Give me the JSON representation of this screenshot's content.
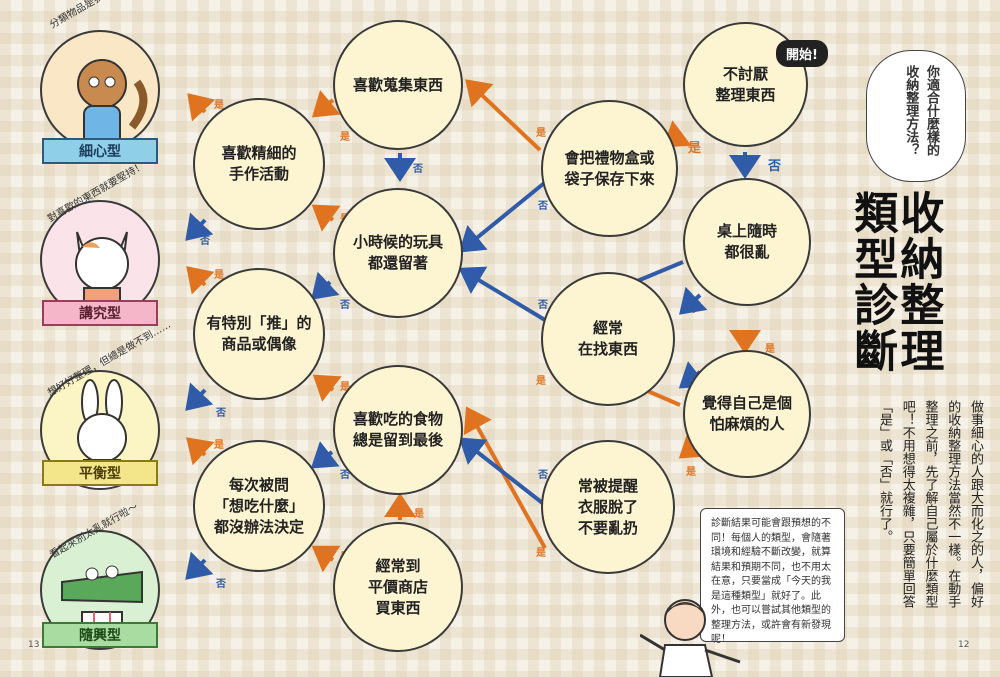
{
  "nodes": {
    "n1": "不討厭\n整理東西",
    "n2": "會把禮物盒或\n袋子保存下來",
    "n3": "喜歡蒐集東西",
    "n4": "桌上隨時\n都很亂",
    "n5": "小時候的玩具\n都還留著",
    "n6": "喜歡精細的\n手作活動",
    "n7": "經常\n在找東西",
    "n8": "有特別「推」的\n商品或偶像",
    "n9": "覺得自己是個\n怕麻煩的人",
    "n10": "喜歡吃的食物\n總是留到最後",
    "n11": "常被提醒\n衣服脫了\n不要亂扔",
    "n12": "每次被問\n「想吃什麼」\n都沒辦法決定",
    "n13": "經常到\n平價商店\n買東西"
  },
  "labels": {
    "yes": "是",
    "no": "否"
  },
  "types": [
    {
      "name": "細心型",
      "caption": "分類物品是我的強項～",
      "color": "#8fd0e8"
    },
    {
      "name": "講究型",
      "caption": "對喜歡的東西就要堅持！",
      "color": "#f4b6c8"
    },
    {
      "name": "平衡型",
      "caption": "想好好整理，但總是做不到……",
      "color": "#f3e58a"
    },
    {
      "name": "隨興型",
      "caption": "看起來別太亂就行啦～",
      "color": "#a8dca0"
    }
  ],
  "start": "開始!",
  "bubble": "你適合什麼樣的\n收納整理方法？",
  "title": {
    "line1": "收納整理",
    "line2": "類型診斷"
  },
  "intro": "做事細心的人跟大而化之的人，偏好的收納整理方法當然不一樣。在動手整理之前，先了解自己屬於什麼類型吧！不用想得太複雜，只要簡單回答「是」或「否」就行了。",
  "note": "診斷結果可能會跟預想的不同！每個人的類型，會隨著環境和經驗不斷改變，就算結果和預期不同，也不用太在意，只要當成「今天的我是這種類型」就好了。此外，也可以嘗試其他類型的整理方法，或許會有新發現呢！",
  "page_left": "13",
  "page_right": "12",
  "colors": {
    "yes": "#e0731f",
    "no": "#2f5ba8",
    "node_fill": "#fdf5d2"
  }
}
